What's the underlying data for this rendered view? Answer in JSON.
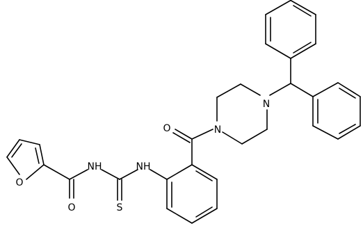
{
  "molecule": {
    "atoms": {
      "furan_O": "O",
      "amide_O": "O",
      "amide_NH": "NH",
      "thio_NH": "NH",
      "thio_S": "S",
      "ketone_O": "O",
      "pip_N1": "N",
      "pip_N4": "N"
    }
  }
}
